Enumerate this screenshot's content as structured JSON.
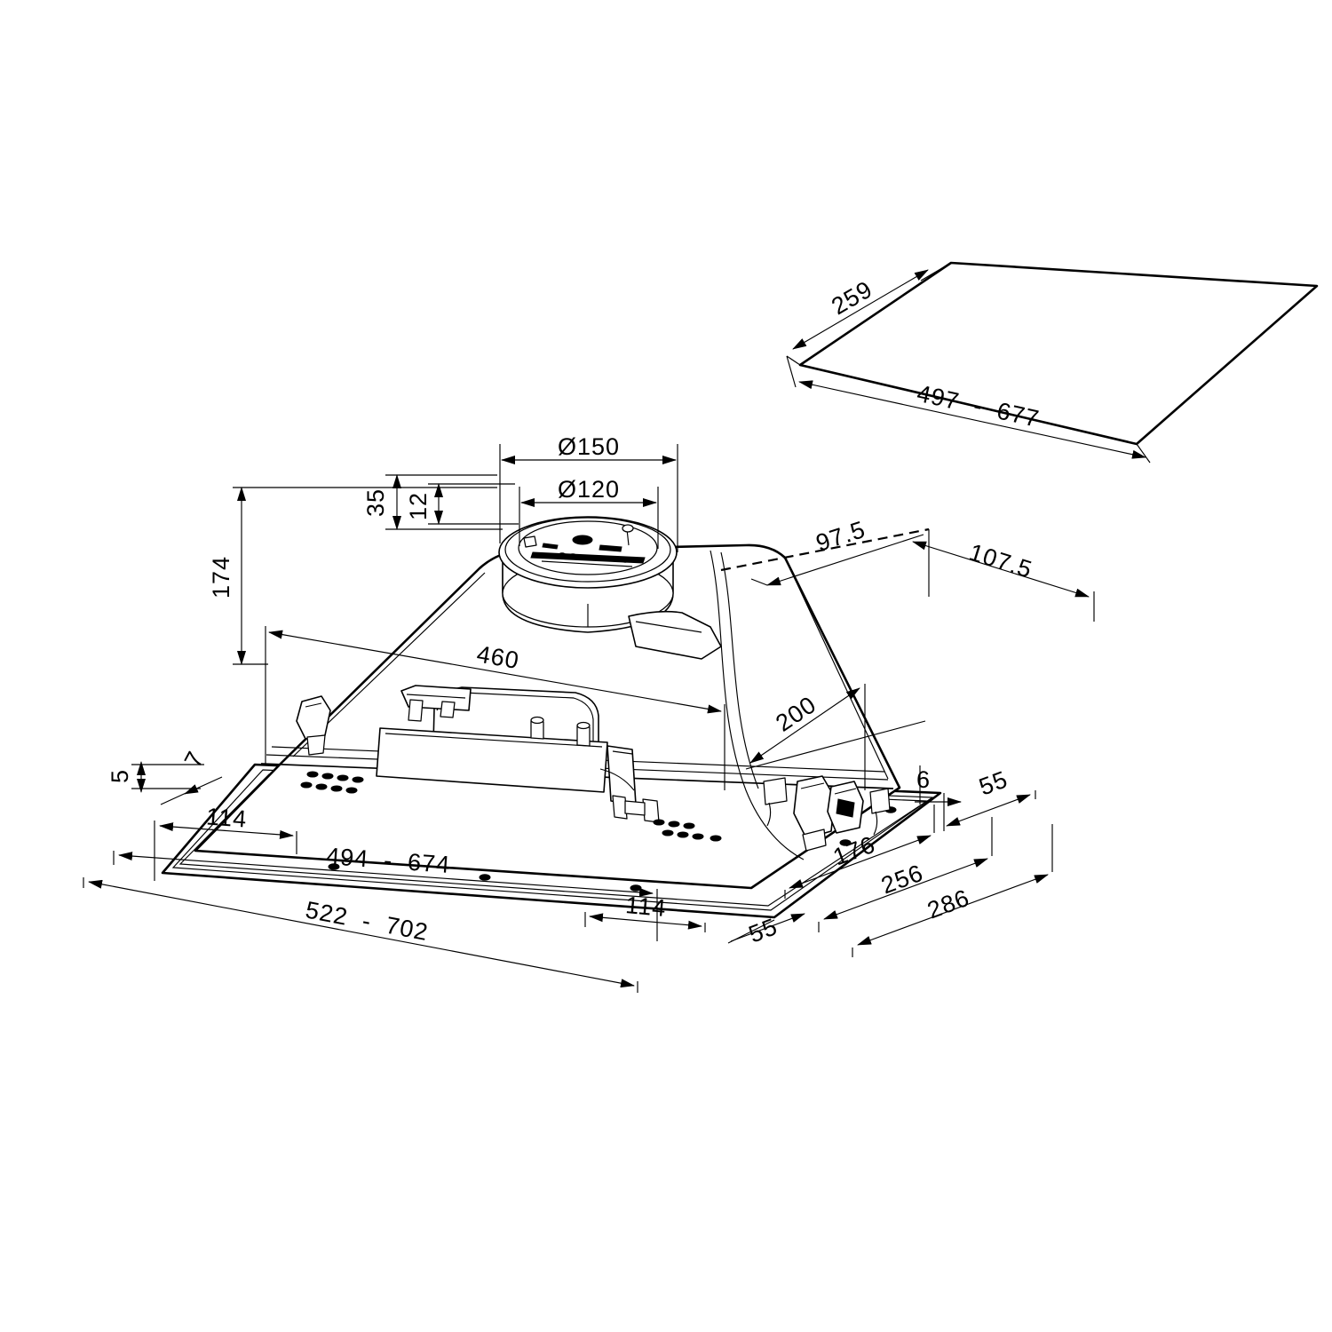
{
  "drawing": {
    "title": "Built-in canopy cooker hood - dimensional drawing",
    "units": "mm",
    "line_color": "#000000",
    "background_color": "#ffffff"
  },
  "cutout_view": {
    "name": "worktop-cutout-detail",
    "dimensions": {
      "depth": "259",
      "width_range": "497  -  677"
    }
  },
  "main_view": {
    "name": "hood-isometric-view",
    "dimensions": {
      "duct_outer_dia": "Ø150",
      "duct_inner_dia": "Ø120",
      "collar_height": "35",
      "flange_thickness": "12",
      "body_height": "174",
      "body_top_width": "460",
      "offset_rear": "97.5",
      "offset_side": "107.5",
      "body_depth": "200",
      "rim_lip": "5",
      "rim_edge": "7",
      "front_inset": "114",
      "side_inset_left": "114",
      "panel_width_range": "494  -  674",
      "outer_width_range": "522  -  702",
      "rim_thickness_right": "6",
      "edge_offset_right": "55",
      "edge_offset_front": "55",
      "depth_176": "176",
      "depth_256": "256",
      "depth_286": "286"
    }
  },
  "labels": [
    {
      "id": "d259",
      "text": "259"
    },
    {
      "id": "d497677",
      "text": "497  -  677"
    },
    {
      "id": "d150",
      "text": "Ø150"
    },
    {
      "id": "d120",
      "text": "Ø120"
    },
    {
      "id": "d35",
      "text": "35"
    },
    {
      "id": "d12",
      "text": "12"
    },
    {
      "id": "d174",
      "text": "174"
    },
    {
      "id": "d460",
      "text": "460"
    },
    {
      "id": "d975",
      "text": "97.5"
    },
    {
      "id": "d1075",
      "text": "107.5"
    },
    {
      "id": "d200",
      "text": "200"
    },
    {
      "id": "d5",
      "text": "5"
    },
    {
      "id": "d7",
      "text": "7"
    },
    {
      "id": "d114a",
      "text": "114"
    },
    {
      "id": "d494674",
      "text": "494  -  674"
    },
    {
      "id": "d522702",
      "text": "522  -  702"
    },
    {
      "id": "d114b",
      "text": "114"
    },
    {
      "id": "d55a",
      "text": "55"
    },
    {
      "id": "d6",
      "text": "6"
    },
    {
      "id": "d55b",
      "text": "55"
    },
    {
      "id": "d176",
      "text": "176"
    },
    {
      "id": "d256",
      "text": "256"
    },
    {
      "id": "d286",
      "text": "286"
    }
  ]
}
